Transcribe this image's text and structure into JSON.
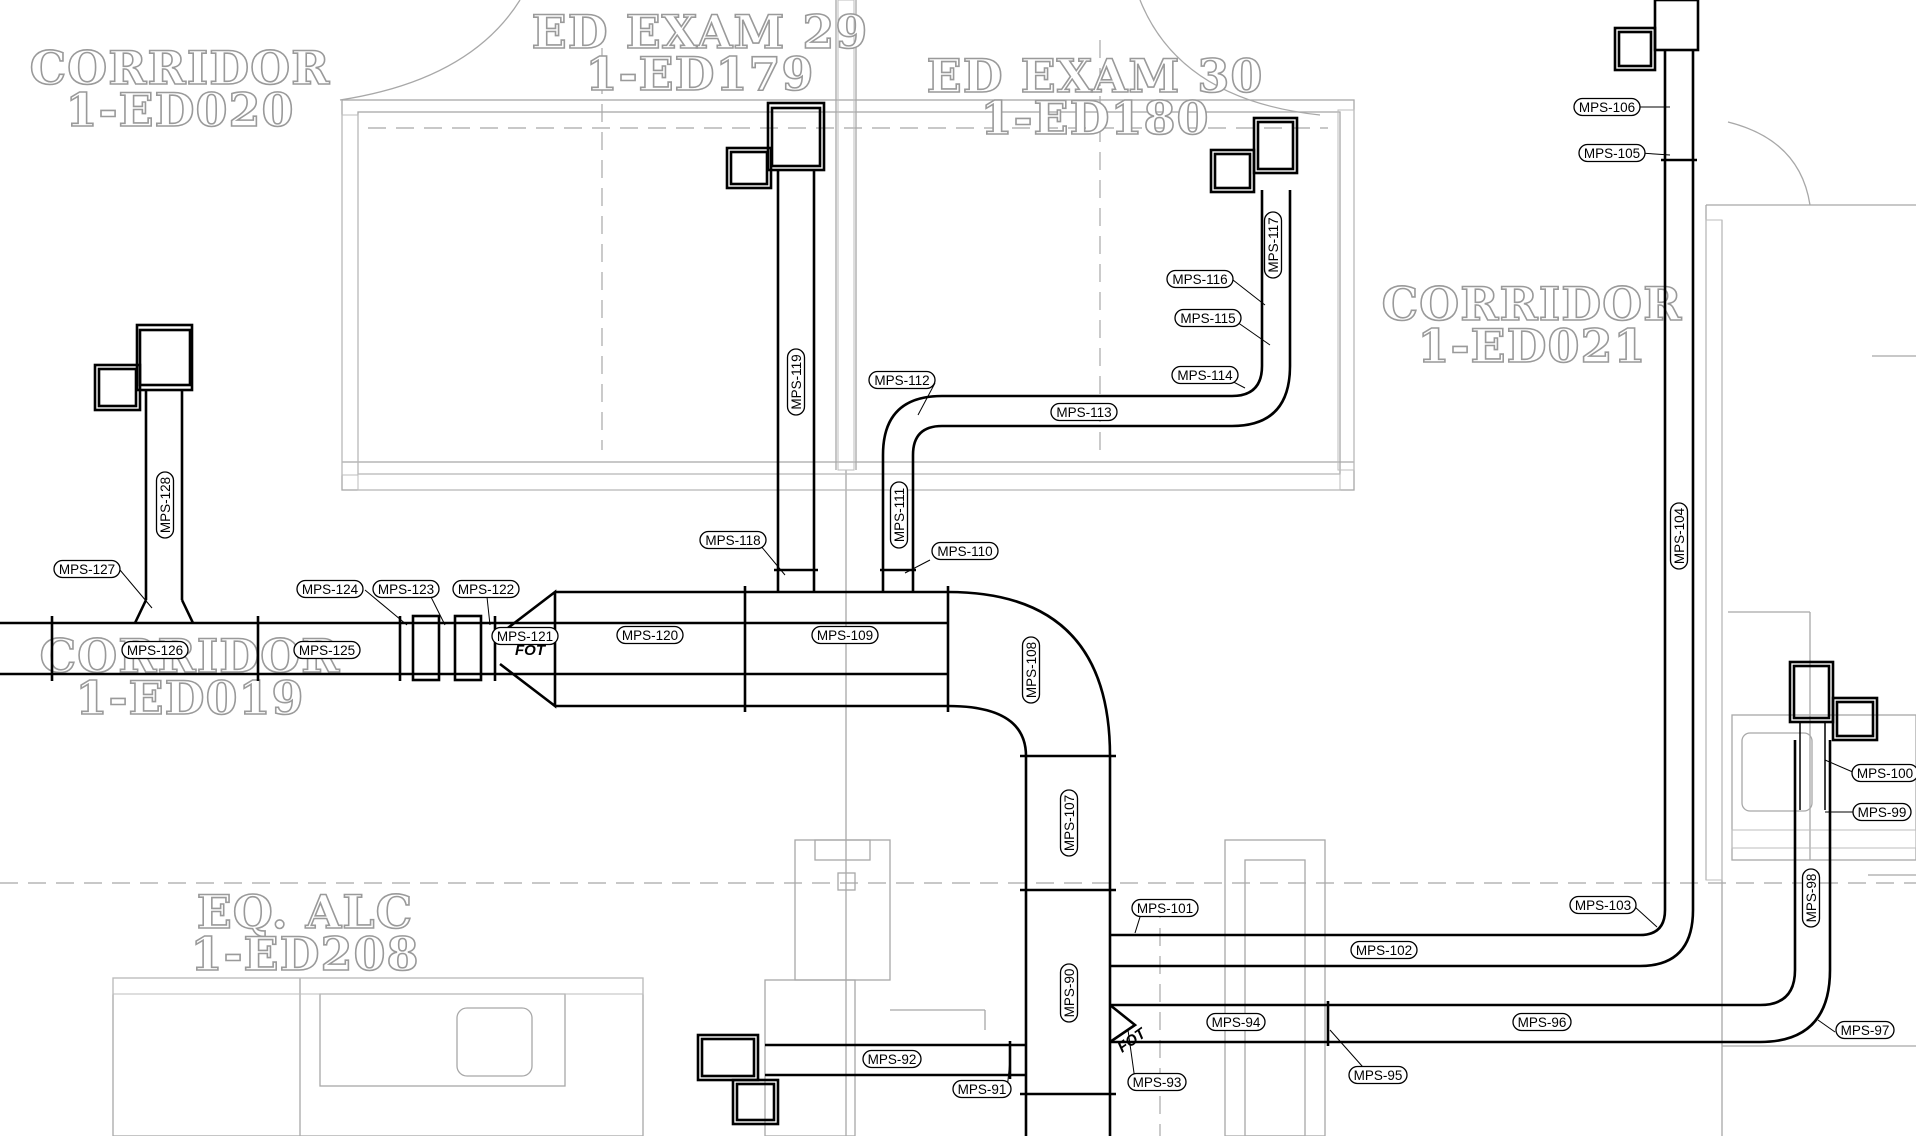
{
  "rooms": [
    {
      "name": "CORRIDOR",
      "number": "1-ED020"
    },
    {
      "name": "ED EXAM 29",
      "number": "1-ED179"
    },
    {
      "name": "ED EXAM 30",
      "number": "1-ED180"
    },
    {
      "name": "CORRIDOR",
      "number": "1-ED021"
    },
    {
      "name": "CORRIDOR",
      "number": "1-ED019"
    },
    {
      "name": "EQ. ALC",
      "number": "1-ED208"
    }
  ],
  "tags": [
    "MPS-128",
    "MPS-127",
    "MPS-126",
    "MPS-125",
    "MPS-124",
    "MPS-123",
    "MPS-122",
    "MPS-121",
    "MPS-120",
    "MPS-109",
    "MPS-119",
    "MPS-118",
    "MPS-112",
    "MPS-111",
    "MPS-110",
    "MPS-113",
    "MPS-114",
    "MPS-115",
    "MPS-116",
    "MPS-117",
    "MPS-108",
    "MPS-107",
    "MPS-106",
    "MPS-105",
    "MPS-104",
    "MPS-103",
    "MPS-102",
    "MPS-101",
    "MPS-100",
    "MPS-99",
    "MPS-98",
    "MPS-97",
    "MPS-96",
    "MPS-95",
    "MPS-94",
    "MPS-93",
    "MPS-92",
    "MPS-91",
    "MPS-90"
  ],
  "notes": [
    "FOT",
    "FOT"
  ]
}
